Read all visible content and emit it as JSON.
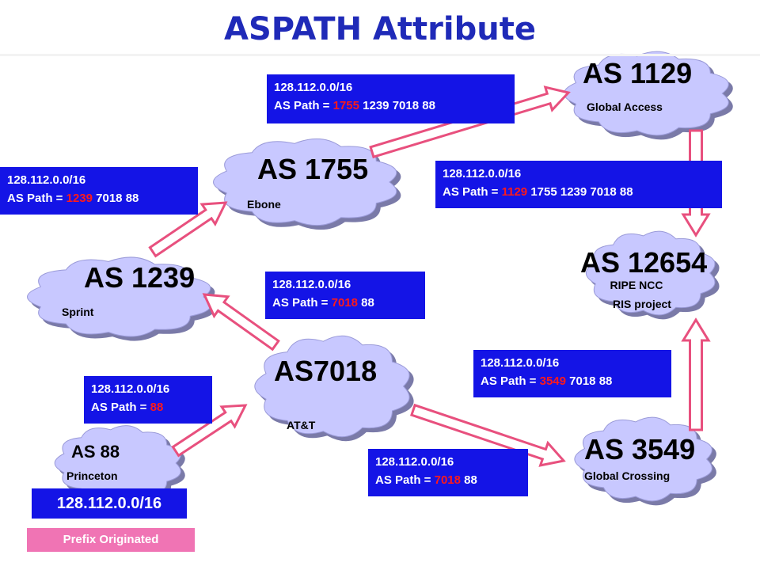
{
  "title": "ASPATH Attribute",
  "colors": {
    "title": "#1f2ab8",
    "cloud_fill": "#c8c8ff",
    "box_fill": "#1414e6",
    "path_highlight": "#ff1a1a",
    "arrow_stroke": "#e8507e",
    "tag_fill": "#f074b4"
  },
  "nodes": {
    "as88": {
      "name": "AS 88",
      "org": "Princeton"
    },
    "as7018": {
      "name": "AS7018",
      "org": "AT&T"
    },
    "as1239": {
      "name": "AS 1239",
      "org": "Sprint"
    },
    "as1755": {
      "name": "AS 1755",
      "org": "Ebone"
    },
    "as1129": {
      "name": "AS 1129",
      "org": "Global Access"
    },
    "as12654": {
      "name": "AS 12654",
      "org_line1": "RIPE NCC",
      "org_line2": "RIS project"
    },
    "as3549": {
      "name": "AS 3549",
      "org": "Global Crossing"
    }
  },
  "origin": {
    "prefix": "128.112.0.0/16",
    "label": "Prefix Originated"
  },
  "announcements": {
    "a88_to_7018": {
      "prefix": "128.112.0.0/16",
      "path_label": "AS Path = ",
      "path_first": "88",
      "path_rest": ""
    },
    "a7018_to_1239": {
      "prefix": "128.112.0.0/16",
      "path_label": "AS Path = ",
      "path_first": "7018",
      "path_rest": " 88"
    },
    "a1239_to_1755": {
      "prefix": "128.112.0.0/16",
      "path_label": "AS Path = ",
      "path_first": "1239",
      "path_rest": " 7018 88"
    },
    "a1755_to_1129": {
      "prefix": "128.112.0.0/16",
      "path_label": "AS Path = ",
      "path_first": "1755",
      "path_rest": " 1239 7018 88"
    },
    "a1129_to_12654": {
      "prefix": "128.112.0.0/16",
      "path_label": "AS Path = ",
      "path_first": "1129",
      "path_rest": " 1755 1239 7018 88"
    },
    "a7018_to_3549": {
      "prefix": "128.112.0.0/16",
      "path_label": "AS Path = ",
      "path_first": "7018",
      "path_rest": " 88"
    },
    "a3549_to_12654": {
      "prefix": "128.112.0.0/16",
      "path_label": "AS Path = ",
      "path_first": "3549",
      "path_rest": " 7018 88"
    }
  }
}
